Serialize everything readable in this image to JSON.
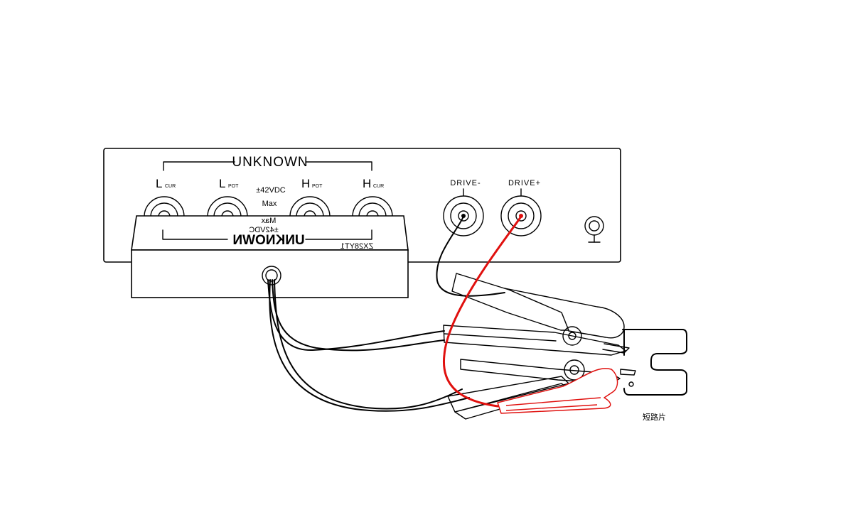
{
  "panel": {
    "unknown_label": "UNKNOWN",
    "connectors": [
      {
        "main": "L",
        "sub": "CUR"
      },
      {
        "main": "L",
        "sub": "POT"
      },
      {
        "main": "H",
        "sub": "POT"
      },
      {
        "main": "H",
        "sub": "CUR"
      }
    ],
    "voltage_line1": "±42VDC",
    "voltage_line2": "Max",
    "drive_minus": "DRIVE-",
    "drive_plus": "DRIVE+"
  },
  "fixture": {
    "unknown_label": "UNKNOWN",
    "voltage_line1": "±42VDC",
    "voltage_line2": "Max",
    "model": "ZX28YT1"
  },
  "caption": "短路片",
  "colors": {
    "line": "#000000",
    "red_lead": "#e0100e",
    "background": "#ffffff"
  }
}
